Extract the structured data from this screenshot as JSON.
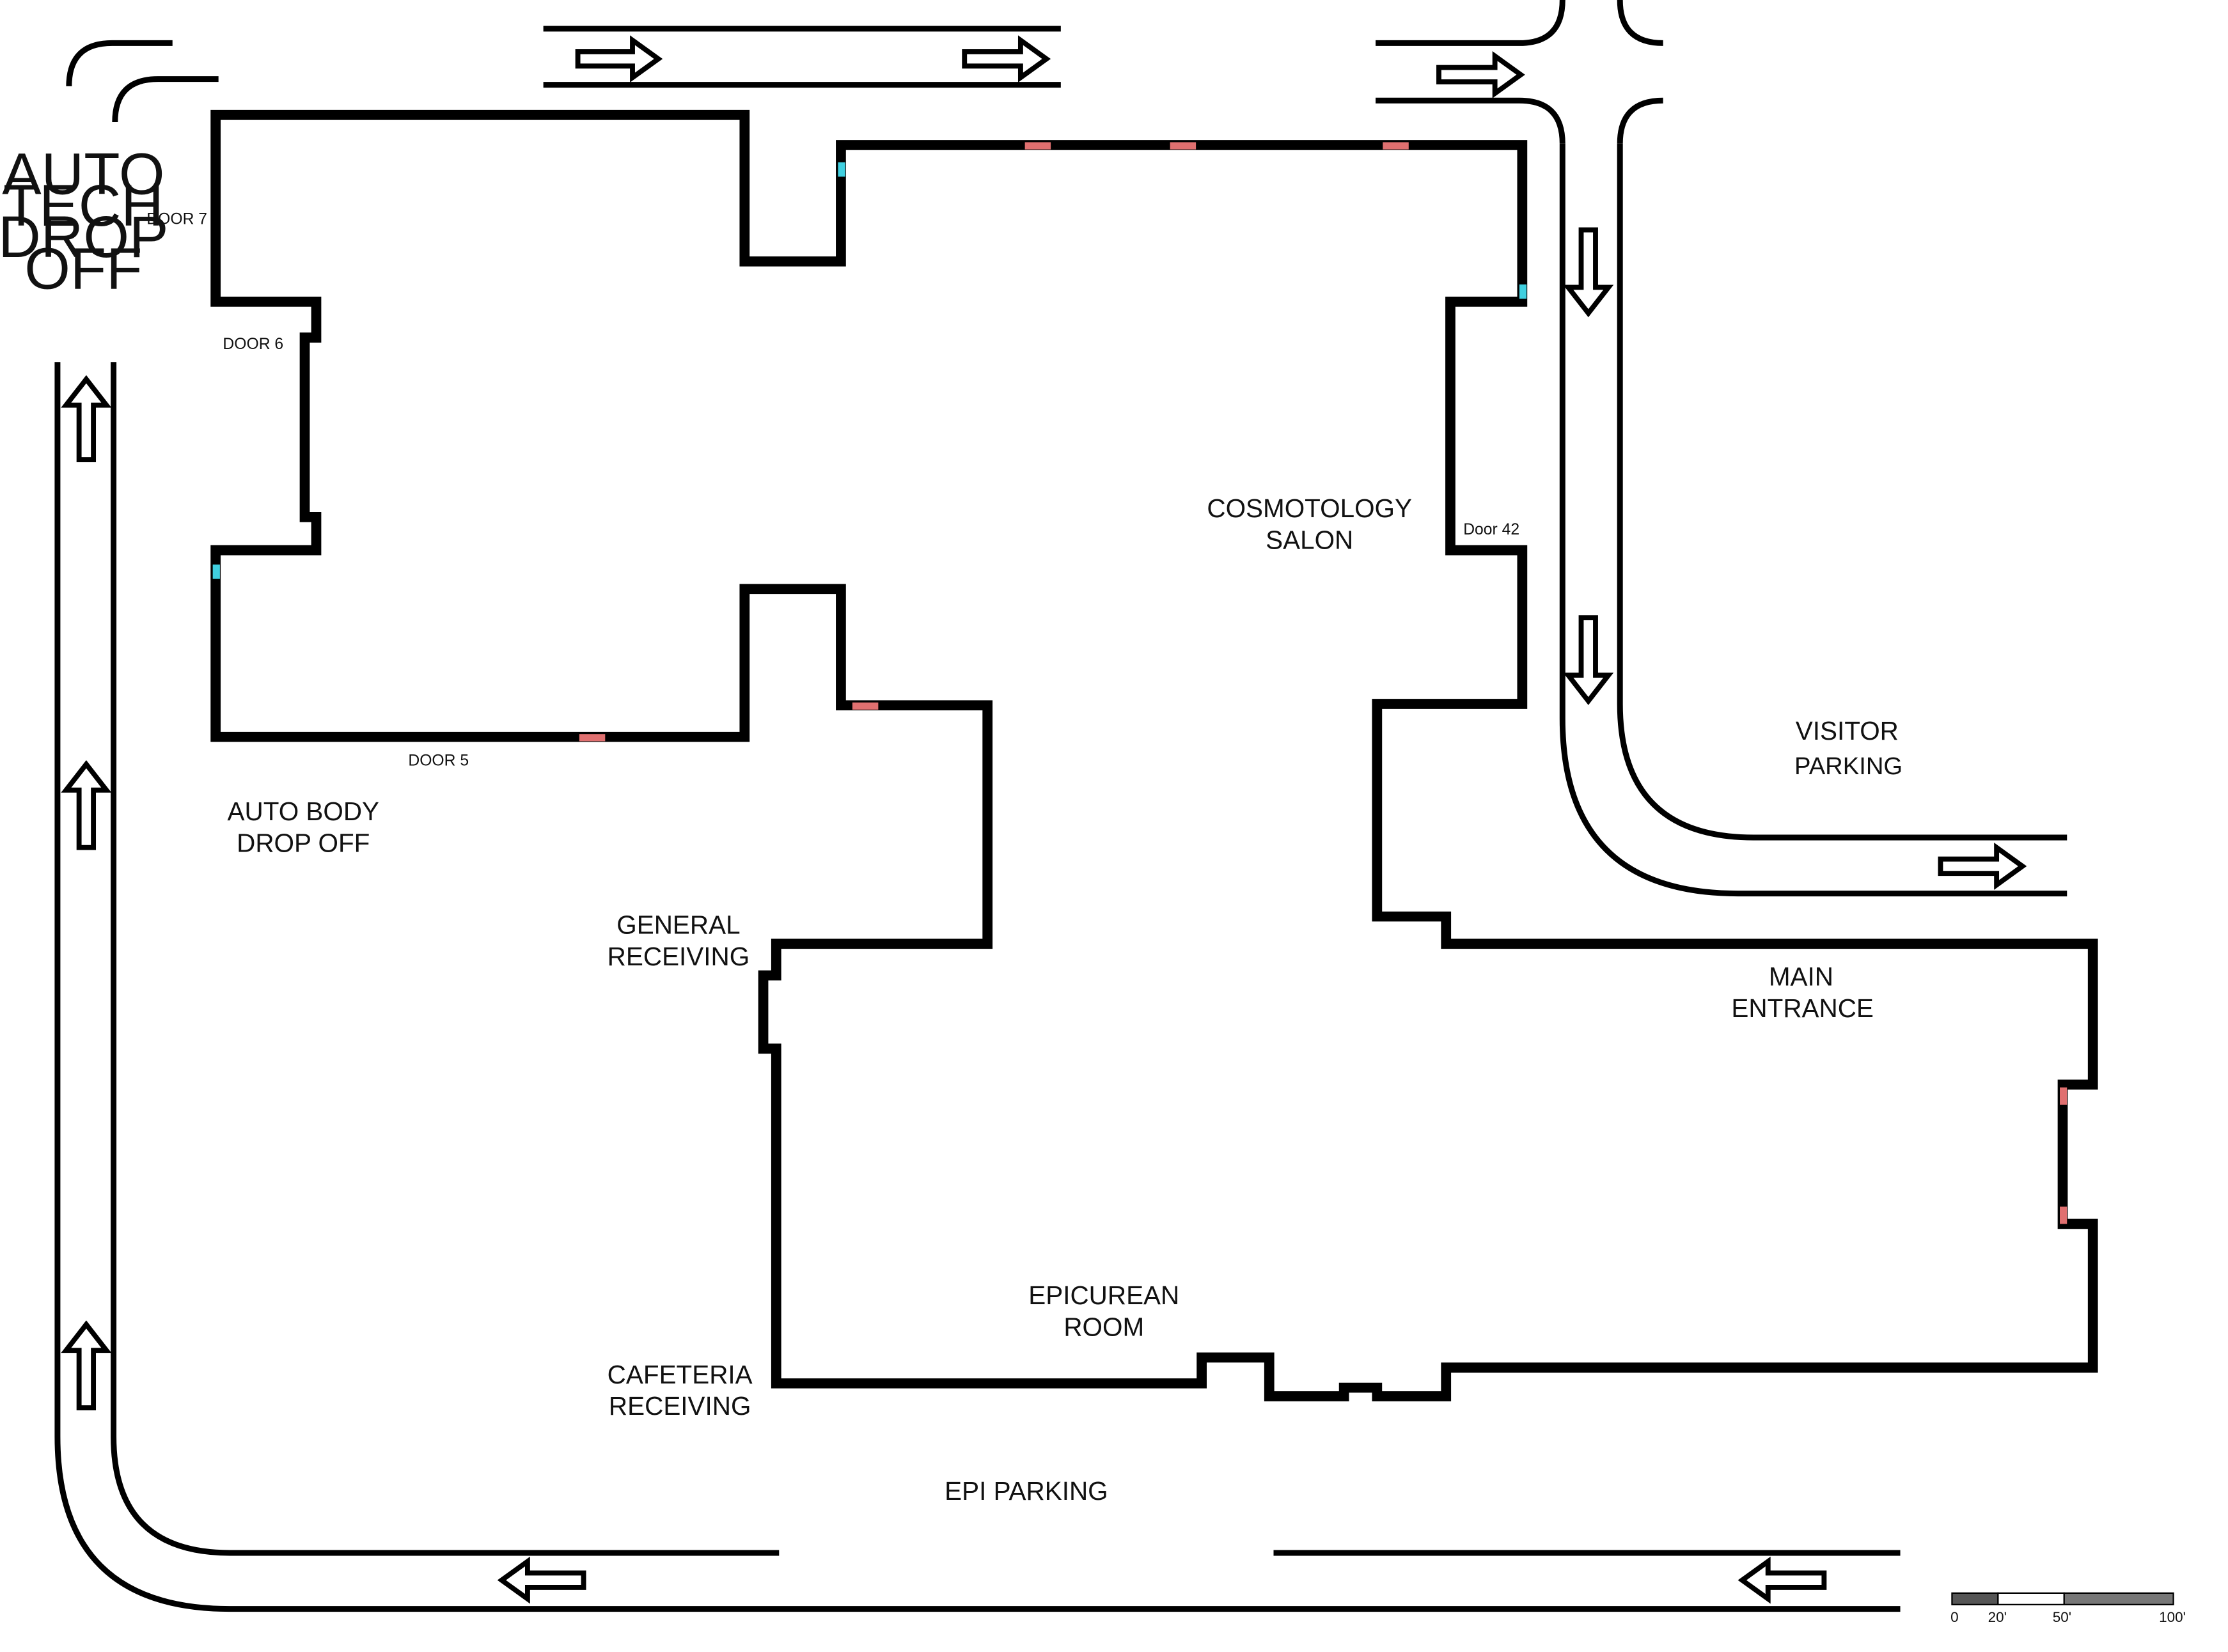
{
  "map": {
    "labels": {
      "auto_tech": [
        "AUTO",
        "TECH",
        "DROP",
        "OFF"
      ],
      "auto_body": [
        "AUTO BODY",
        "DROP OFF"
      ],
      "general_receiving": [
        "GENERAL",
        "RECEIVING"
      ],
      "cafeteria_receiving": [
        "CAFETERIA",
        "RECEIVING"
      ],
      "epicurean_room": [
        "EPICUREAN",
        "ROOM"
      ],
      "epi_parking": "EPI PARKING",
      "cosmotology_salon": [
        "COSMOTOLOGY",
        "SALON"
      ],
      "visitor_parking": [
        "VISITOR",
        "PARKING"
      ],
      "main_entrance": [
        "MAIN",
        "ENTRANCE"
      ]
    },
    "doors": {
      "door7": "DOOR 7",
      "door6": "DOOR 6",
      "door5": "DOOR 5",
      "door42": "Door 42"
    },
    "scale_bar": {
      "labels": [
        "0",
        "20'",
        "50'",
        "100'"
      ]
    },
    "traffic_arrows": [
      {
        "id": "top-road-arrow-1",
        "direction": "right"
      },
      {
        "id": "top-road-arrow-2",
        "direction": "right"
      },
      {
        "id": "top-right-road-arrow",
        "direction": "right"
      },
      {
        "id": "right-road-arrow-1",
        "direction": "down"
      },
      {
        "id": "right-road-arrow-2",
        "direction": "down"
      },
      {
        "id": "visitor-road-arrow",
        "direction": "right"
      },
      {
        "id": "left-road-arrow-1",
        "direction": "up"
      },
      {
        "id": "left-road-arrow-2",
        "direction": "up"
      },
      {
        "id": "left-road-arrow-3",
        "direction": "up"
      },
      {
        "id": "bottom-road-arrow-1",
        "direction": "left"
      },
      {
        "id": "bottom-road-arrow-2",
        "direction": "left"
      }
    ],
    "colors": {
      "wall": "#000000",
      "door_marker_red": "#e07070",
      "door_marker_cyan": "#40d0e0",
      "background": "#ffffff"
    }
  }
}
